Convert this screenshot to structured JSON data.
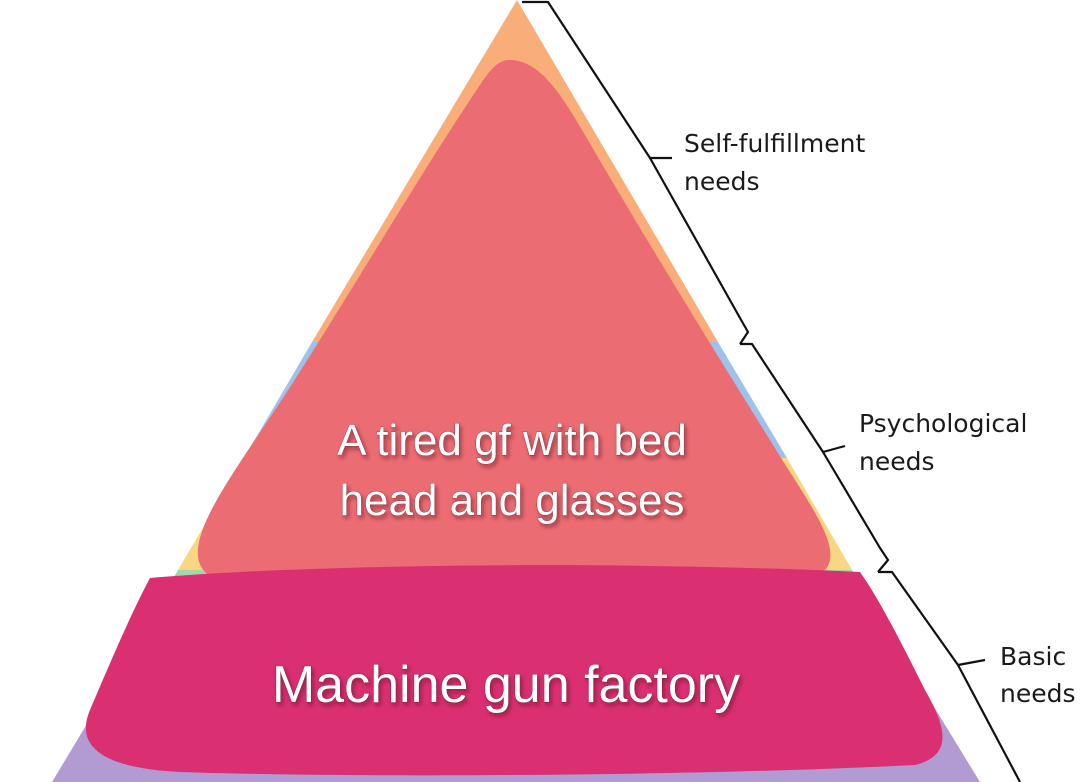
{
  "pyramid": {
    "tiers": [
      {
        "key": "top",
        "color": "#f9ad78"
      },
      {
        "key": "blue",
        "color": "#9dc3ea"
      },
      {
        "key": "yellow",
        "color": "#f9d782"
      },
      {
        "key": "green",
        "color": "#a3d8a8"
      },
      {
        "key": "purple",
        "color": "#b29bd2"
      }
    ]
  },
  "overlays": {
    "upper": {
      "color": "#ec6c73",
      "line1": "A tired gf with bed",
      "line2": "head and glasses"
    },
    "lower": {
      "color": "#da2f71",
      "text": "Machine gun factory"
    }
  },
  "labels": {
    "self_fulfillment": {
      "line1": "Self-fulfillment",
      "line2": "needs"
    },
    "psychological": {
      "line1": "Psychological",
      "line2": "needs"
    },
    "basic": {
      "line1": "Basic",
      "line2": "needs"
    }
  }
}
